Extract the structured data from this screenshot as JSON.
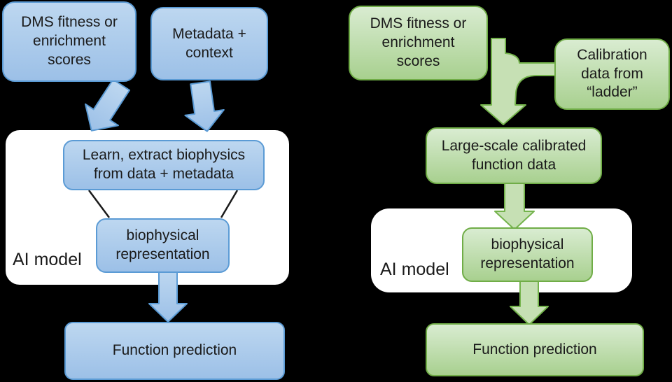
{
  "palette": {
    "background": "#000000",
    "panel_fill": "#ffffff",
    "text_color": "#1a1a1a",
    "blue_fill_top": "#bdd7f0",
    "blue_fill_bottom": "#9cc0e7",
    "blue_border": "#5b9bd5",
    "green_fill_top": "#d9ecd1",
    "green_fill_bottom": "#a8d08f",
    "green_border": "#70ad47",
    "green_arrow_fill": "#c6e0b4",
    "green_arrow_border": "#74b34c"
  },
  "left_flow": {
    "dms_box": "DMS fitness or\nenrichment\nscores",
    "metadata_box": "Metadata +\ncontext",
    "learn_box": "Learn, extract biophysics\nfrom data + metadata",
    "biophysical_box": "biophysical\nrepresentation",
    "function_box": "Function prediction",
    "ai_model_label": "AI model"
  },
  "right_flow": {
    "dms_box": "DMS fitness or\nenrichment\nscores",
    "calibration_box": "Calibration\ndata from\n“ladder”",
    "large_scale_box": "Large-scale calibrated\nfunction data",
    "biophysical_box": "biophysical\nrepresentation",
    "function_box": "Function prediction",
    "ai_model_label": "AI model"
  }
}
